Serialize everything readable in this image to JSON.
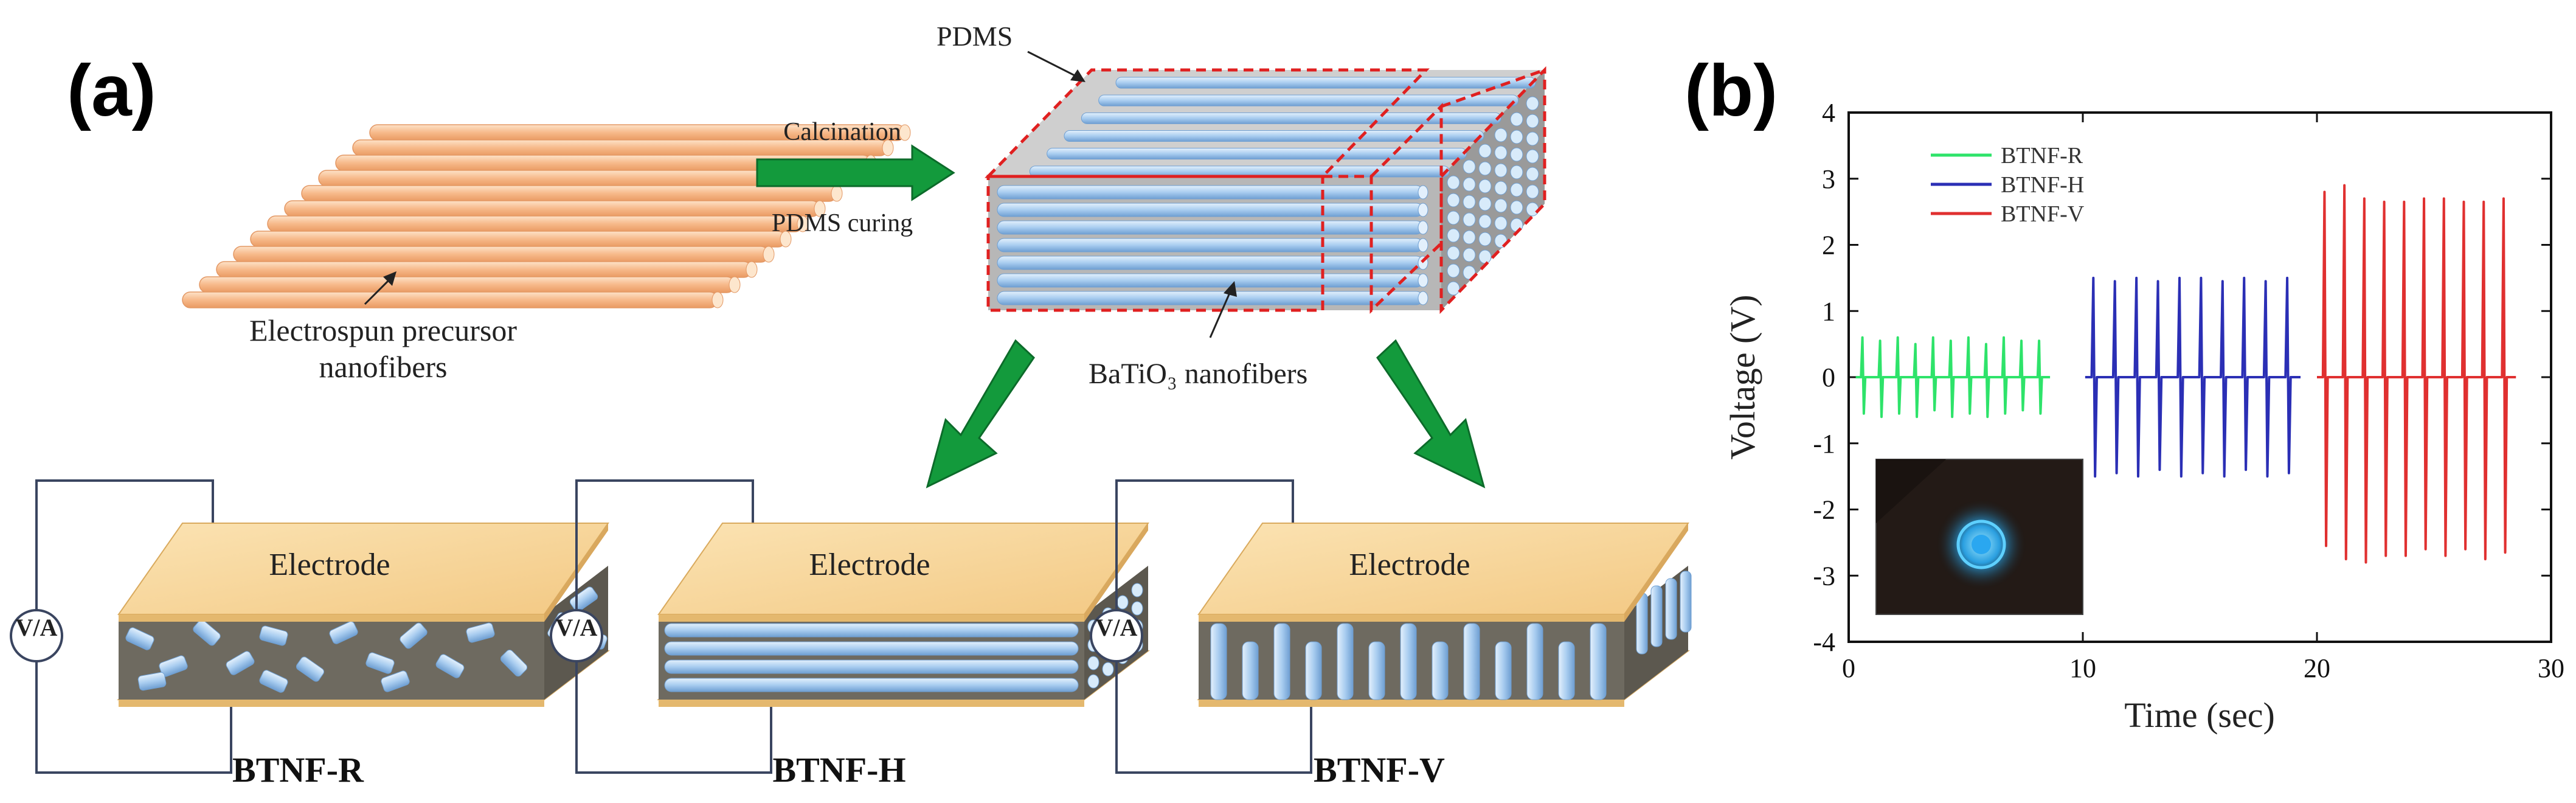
{
  "panel_a": {
    "label": "(a)",
    "precursor_label_line1": "Electrospun precursor",
    "precursor_label_line2": "nanofibers",
    "arrow_label_top": "Calcination",
    "arrow_label_bottom": "PDMS curing",
    "pdms_label": "PDMS",
    "batio3_label": "BaTiO₃ nanofibers",
    "devices": [
      {
        "name": "BTNF-R",
        "electrode": "Electrode",
        "meter": "V/A"
      },
      {
        "name": "BTNF-H",
        "electrode": "Electrode",
        "meter": "V/A"
      },
      {
        "name": "BTNF-V",
        "electrode": "Electrode",
        "meter": "V/A"
      }
    ],
    "colors": {
      "precursor_fiber": "#f7b98a",
      "batio3_fiber": "#a9cdf0",
      "electrode": "#f7d79e",
      "matrix": "#6e6a60",
      "arrow_green": "#139a3c",
      "dashed_red": "#e02020"
    }
  },
  "panel_b": {
    "label": "(b)",
    "chart_data": {
      "type": "line",
      "xlabel": "Time (sec)",
      "ylabel": "Voltage (V)",
      "xlim": [
        0,
        30
      ],
      "ylim": [
        -4,
        4
      ],
      "xticks": [
        0,
        10,
        20,
        30
      ],
      "yticks": [
        -4,
        -3,
        -2,
        -1,
        0,
        1,
        2,
        3,
        4
      ],
      "legend_position": "top-left",
      "series": [
        {
          "name": "BTNF-R",
          "color": "#2ee36a",
          "x_start": 0.3,
          "x_end": 8.6,
          "peaks": [
            0.6,
            0.55,
            0.6,
            0.5,
            0.6,
            0.55,
            0.6,
            0.5,
            0.6,
            0.55,
            0.55
          ],
          "troughs": [
            -0.55,
            -0.6,
            -0.55,
            -0.6,
            -0.5,
            -0.6,
            -0.55,
            -0.6,
            -0.55,
            -0.5,
            -0.55
          ]
        },
        {
          "name": "BTNF-H",
          "color": "#2b2fb5",
          "x_start": 10.1,
          "x_end": 19.3,
          "peaks": [
            1.5,
            1.45,
            1.5,
            1.45,
            1.5,
            1.5,
            1.45,
            1.5,
            1.45,
            1.5
          ],
          "troughs": [
            -1.5,
            -1.45,
            -1.5,
            -1.4,
            -1.5,
            -1.45,
            -1.5,
            -1.4,
            -1.5,
            -1.45
          ]
        },
        {
          "name": "BTNF-V",
          "color": "#e03030",
          "x_start": 20.0,
          "x_end": 28.5,
          "peaks": [
            2.8,
            2.9,
            2.7,
            2.65,
            2.65,
            2.7,
            2.7,
            2.65,
            2.65,
            2.7
          ],
          "troughs": [
            -2.55,
            -2.75,
            -2.8,
            -2.7,
            -2.7,
            -2.6,
            -2.7,
            -2.6,
            -2.75,
            -2.65
          ]
        }
      ]
    }
  }
}
